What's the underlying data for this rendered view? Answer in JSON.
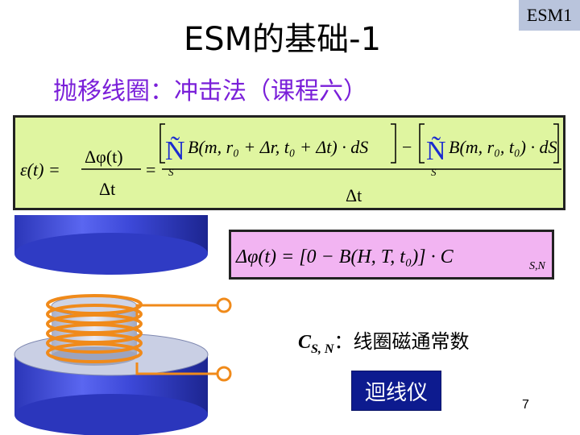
{
  "slide": {
    "title": "ESM的基础-1",
    "corner_tag": "ESM1",
    "subtitle": "抛移线圈：冲击法（课程六）",
    "constant_symbol": "C",
    "constant_subscript": "S, N",
    "constant_desc": "：线圈磁通常数",
    "button_label": "迴线仪",
    "page_number": "7"
  },
  "colors": {
    "subtitle": "#7a1fd9",
    "formula1_bg": "#dff5a0",
    "formula2_bg": "#f2b4f2",
    "coil": "#f08a1a",
    "cylinder": "#3a48d8",
    "button_bg": "#0d1b8f"
  },
  "formula1": {
    "lhs": "ε(t) =",
    "dphi": "Δφ(t)",
    "dt": "Δt",
    "eq": "=",
    "num1": "B(m, r₀ + Δr, t₀ + Δt) · dS",
    "minus": "−",
    "num2": "B(m, r₀, t₀) · dS",
    "sub_s": "S"
  },
  "formula2": {
    "text": "Δφ(t) = [0 − B(H, T, t₀)] · C",
    "sub": "S,N"
  },
  "icons": [
    "coil-icon",
    "sample-cylinder-icon",
    "terminal-icon"
  ]
}
